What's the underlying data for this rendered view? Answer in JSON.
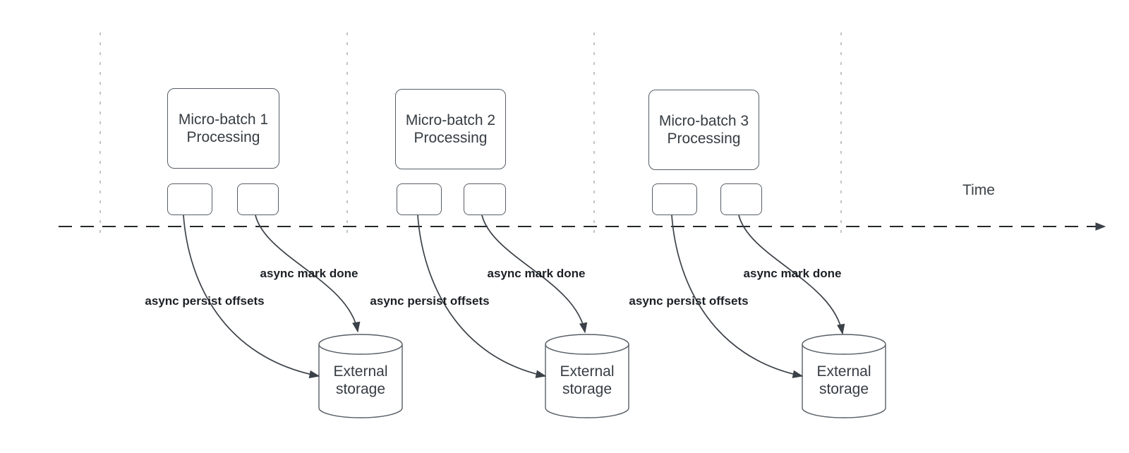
{
  "diagram": {
    "time_axis_label": "Time",
    "groups": [
      {
        "title": "Micro-batch 1\nProcessing",
        "persist_label": "async persist offsets",
        "mark_done_label": "async mark done",
        "storage_label": "External\nstorage"
      },
      {
        "title": "Micro-batch 2\nProcessing",
        "persist_label": "async persist offsets",
        "mark_done_label": "async mark done",
        "storage_label": "External\nstorage"
      },
      {
        "title": "Micro-batch 3\nProcessing",
        "persist_label": "async persist offsets",
        "mark_done_label": "async mark done",
        "storage_label": "External\nstorage"
      }
    ],
    "colors": {
      "background": "#ffffff",
      "connector": "#3b4148",
      "timeline": "#26282b",
      "guide_dash": "#aeb0b5",
      "shape_border": "#575e66",
      "text": "#363c42",
      "label_text": "#1c2025"
    }
  }
}
